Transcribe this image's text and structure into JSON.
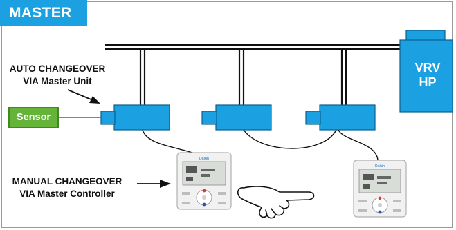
{
  "title": "MASTER",
  "labels": {
    "auto_line1": "AUTO CHANGEOVER",
    "auto_line2": "VIA Master Unit",
    "manual_line1": "MANUAL CHANGEOVER",
    "manual_line2": "VIA Master Controller"
  },
  "sensor": {
    "label": "Sensor"
  },
  "outdoor_unit": {
    "line1": "VRV",
    "line2": "HP"
  },
  "controllers": [
    {
      "brand": "Daikin"
    },
    {
      "brand": "Daikin"
    }
  ],
  "colors": {
    "unit_blue": "#1ba0e2",
    "sensor_green": "#66b33a",
    "frame_grey": "#9a9a9a",
    "pipe": "#111111"
  }
}
